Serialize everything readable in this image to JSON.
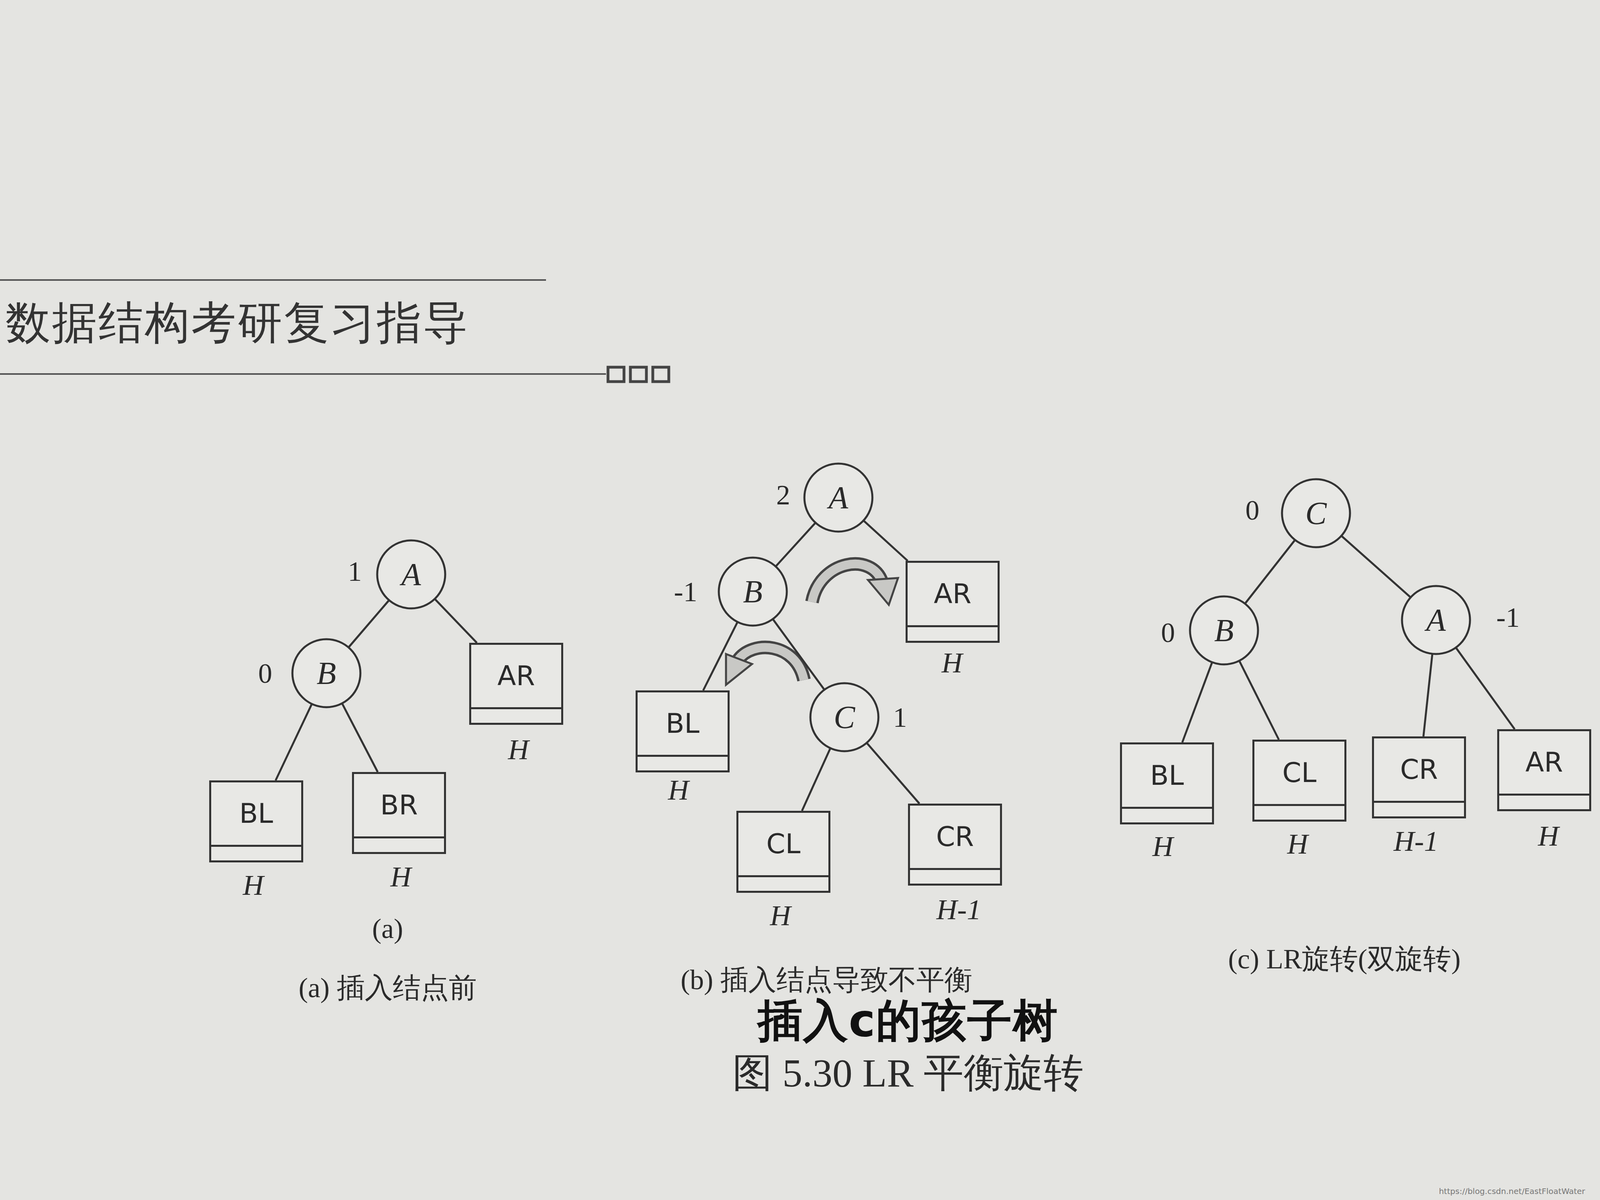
{
  "diagram": {
    "title": "数据结构考研复习指导",
    "caption": "图 5.30 LR 平衡旋转",
    "nodes": [
      {
        "text": [
          "A"
        ]
      },
      {
        "text": [
          "B"
        ]
      },
      {
        "text": [
          "AR"
        ]
      },
      {
        "text": [
          "BL"
        ]
      },
      {
        "text": [
          "BR"
        ]
      },
      {
        "text": [
          "A"
        ]
      },
      {
        "text": [
          "B"
        ]
      },
      {
        "text": [
          "AR"
        ]
      },
      {
        "text": [
          "BL"
        ]
      },
      {
        "text": [
          "C"
        ]
      },
      {
        "text": [
          "CL"
        ]
      },
      {
        "text": [
          "CR"
        ]
      },
      {
        "text": [
          "C"
        ]
      },
      {
        "text": [
          "B"
        ]
      },
      {
        "text": [
          "A"
        ]
      },
      {
        "text": [
          "BL"
        ]
      },
      {
        "text": [
          "CL"
        ]
      },
      {
        "text": [
          "CR"
        ]
      },
      {
        "text": [
          "AR"
        ]
      }
    ],
    "edges": [
      {
        "from": 0,
        "to": 1,
        "arrow": "none"
      },
      {
        "from": 0,
        "to": 2,
        "arrow": "none"
      },
      {
        "from": 1,
        "to": 3,
        "arrow": "none"
      },
      {
        "from": 1,
        "to": 4,
        "arrow": "none"
      },
      {
        "from": 5,
        "to": 6,
        "arrow": "none"
      },
      {
        "from": 5,
        "to": 7,
        "arrow": "none"
      },
      {
        "from": 6,
        "to": 8,
        "arrow": "none"
      },
      {
        "from": 6,
        "to": 9,
        "arrow": "none"
      },
      {
        "from": 9,
        "to": 10,
        "arrow": "none"
      },
      {
        "from": 9,
        "to": 11,
        "arrow": "none"
      },
      {
        "from": 12,
        "to": 13,
        "arrow": "none"
      },
      {
        "from": 12,
        "to": 14,
        "arrow": "none"
      },
      {
        "from": 13,
        "to": 15,
        "arrow": "none"
      },
      {
        "from": 13,
        "to": 16,
        "arrow": "none"
      },
      {
        "from": 14,
        "to": 17,
        "arrow": "none"
      },
      {
        "from": 14,
        "to": 18,
        "arrow": "none"
      }
    ],
    "labels": [
      "1",
      "0",
      "H",
      "H",
      "H",
      "(a)",
      "(a) 插入结点前",
      "2",
      "-1",
      "1",
      "H",
      "H",
      "H",
      "H-1",
      "(b) 插入结点导致不平衡",
      "0",
      "0",
      "-1",
      "H",
      "H",
      "H-1",
      "H",
      "(c) LR旋转(双旋转)",
      "插入c的孩子树",
      "https://blog.csdn.net/EastFloatWater"
    ]
  }
}
